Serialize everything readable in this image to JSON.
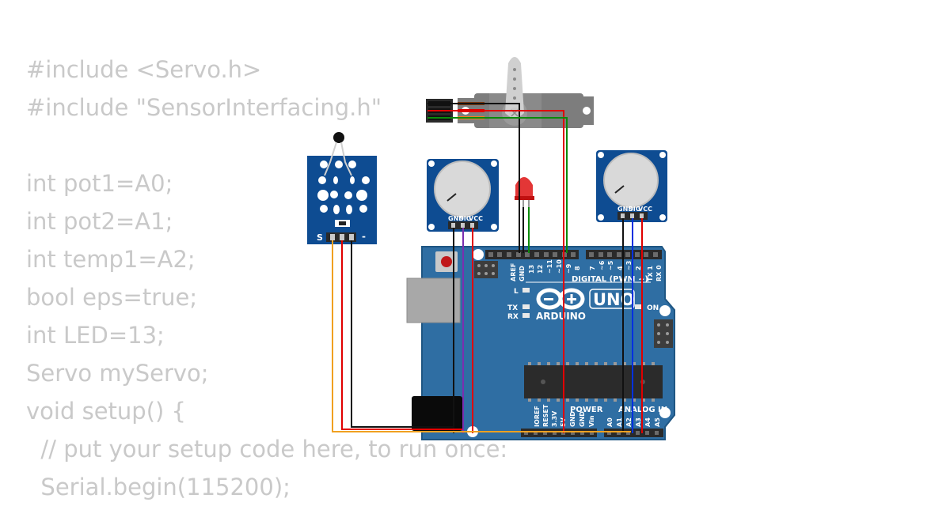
{
  "code_lines": [
    "#include <Servo.h>",
    "#include \"SensorInterfacing.h\"",
    "",
    "int pot1=A0;",
    "int pot2=A1;",
    "int temp1=A2;",
    "bool eps=true;",
    "int LED=13;",
    "Servo myServo;",
    "void setup() {",
    "  // put your setup code here, to run once:",
    "  Serial.begin(115200);"
  ],
  "board": {
    "uno_label": "UNO",
    "brand_label": "ARDUINO",
    "digital_label": "DIGITAL (PWM ~)",
    "power_label": "POWER",
    "analog_label": "ANALOG IN",
    "on_label": "ON",
    "l_label": "L",
    "tx_label": "TX",
    "rx_label": "RX",
    "top_pins": [
      "AREF",
      "GND",
      "13",
      "12",
      "~11",
      "~10",
      "~9",
      "8",
      "7",
      "~6",
      "~5",
      "4",
      "~3",
      "2",
      "TX 1",
      "RX 0"
    ],
    "power_pins": [
      "IOREF",
      "RESET",
      "3.3V",
      "5V",
      "GND",
      "GND",
      "Vin"
    ],
    "analog_pins": [
      "A0",
      "A1",
      "A2",
      "A3",
      "A4",
      "A5"
    ]
  },
  "thermistor": {
    "s_label": "S",
    "minus_label": "-"
  },
  "potentiometer": {
    "pin_labels": [
      "GND",
      "SIG",
      "VCC"
    ]
  },
  "colors": {
    "code_text": "#c9c9c9",
    "pcb": "#2f6ea3",
    "pcb_edge": "#1f5683",
    "module_blue": "#0e4c92",
    "wire_red": "#e00000",
    "wire_black": "#111111",
    "wire_green": "#0a8a0a",
    "wire_orange": "#f0a020",
    "wire_blue": "#0030e0",
    "wire_purple": "#7a2fb0",
    "servo_body": "#7d7d7d",
    "led_red": "#e02020"
  }
}
